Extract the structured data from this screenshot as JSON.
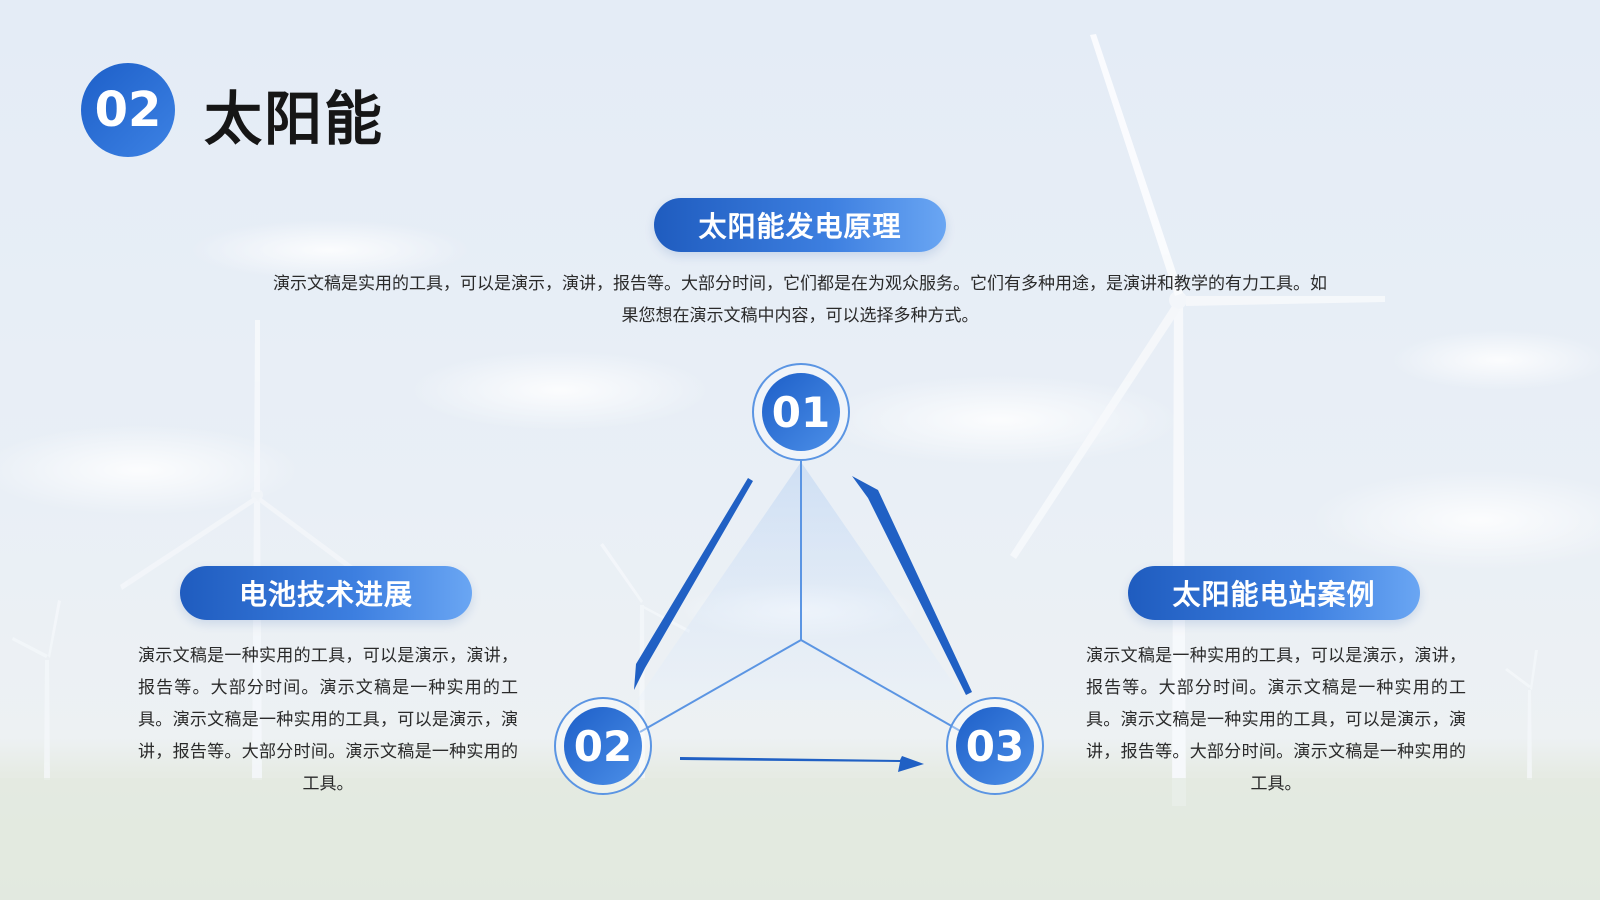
{
  "header": {
    "badge": "02",
    "title": "太阳能"
  },
  "sections": {
    "top": {
      "title": "太阳能发电原理",
      "text": "演示文稿是实用的工具，可以是演示，演讲，报告等。大部分时间，它们都是在为观众服务。它们有多种用途，是演讲和教学的有力工具。如果您想在演示文稿中内容，可以选择多种方式。"
    },
    "left": {
      "title": "电池技术进展",
      "text": "演示文稿是一种实用的工具，可以是演示，演讲，报告等。大部分时间。演示文稿是一种实用的工具。演示文稿是一种实用的工具，可以是演示，演讲，报告等。大部分时间。演示文稿是一种实用的工具。"
    },
    "right": {
      "title": "太阳能电站案例",
      "text": "演示文稿是一种实用的工具，可以是演示，演讲，报告等。大部分时间。演示文稿是一种实用的工具。演示文稿是一种实用的工具，可以是演示，演讲，报告等。大部分时间。演示文稿是一种实用的工具。"
    }
  },
  "diagram": {
    "nodes": [
      {
        "label": "01"
      },
      {
        "label": "02"
      },
      {
        "label": "03"
      }
    ]
  },
  "colors": {
    "accent": "#2a6fd6",
    "accent_dark": "#1f5cbf",
    "accent_light": "#6aa6f3",
    "text": "#2a2a2a",
    "title": "#161616"
  },
  "icons": {
    "background": "wind-turbine-landscape",
    "cycle": "arrow-icon"
  }
}
